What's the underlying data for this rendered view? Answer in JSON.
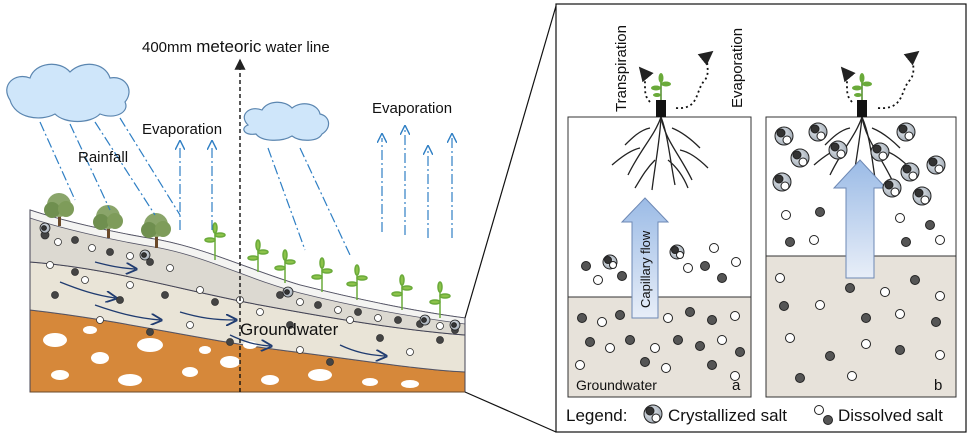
{
  "labels": {
    "meteoric_line": {
      "prefix": "400mm ",
      "big": "meteoric",
      "suffix": " water line"
    },
    "rainfall": "Rainfall",
    "evaporation_left": "Evaporation",
    "evaporation_right": "Evaporation",
    "groundwater_main": "Groundwater",
    "transpiration": "Transpiration",
    "evaporation_panel": "Evaporation",
    "capillary_flow": "Capillary flow",
    "groundwater_panel": "Groundwater",
    "panel_a": "a",
    "panel_b": "b"
  },
  "legend": {
    "title": "Legend:",
    "crystallized": "Crystallized salt",
    "dissolved": "Dissolved salt"
  },
  "colors": {
    "rain_line": "#2f7fc4",
    "cloud_fill": "#cfe6fa",
    "cloud_stroke": "#5b86b0",
    "soil_top": "#e8e6df",
    "soil_mid": "#dcd8cc",
    "soil_deep": "#d6883a",
    "panel_soil": "#e7e2da",
    "dark_salt": "#444444",
    "capillary_arrow": "#a8c4ea"
  }
}
